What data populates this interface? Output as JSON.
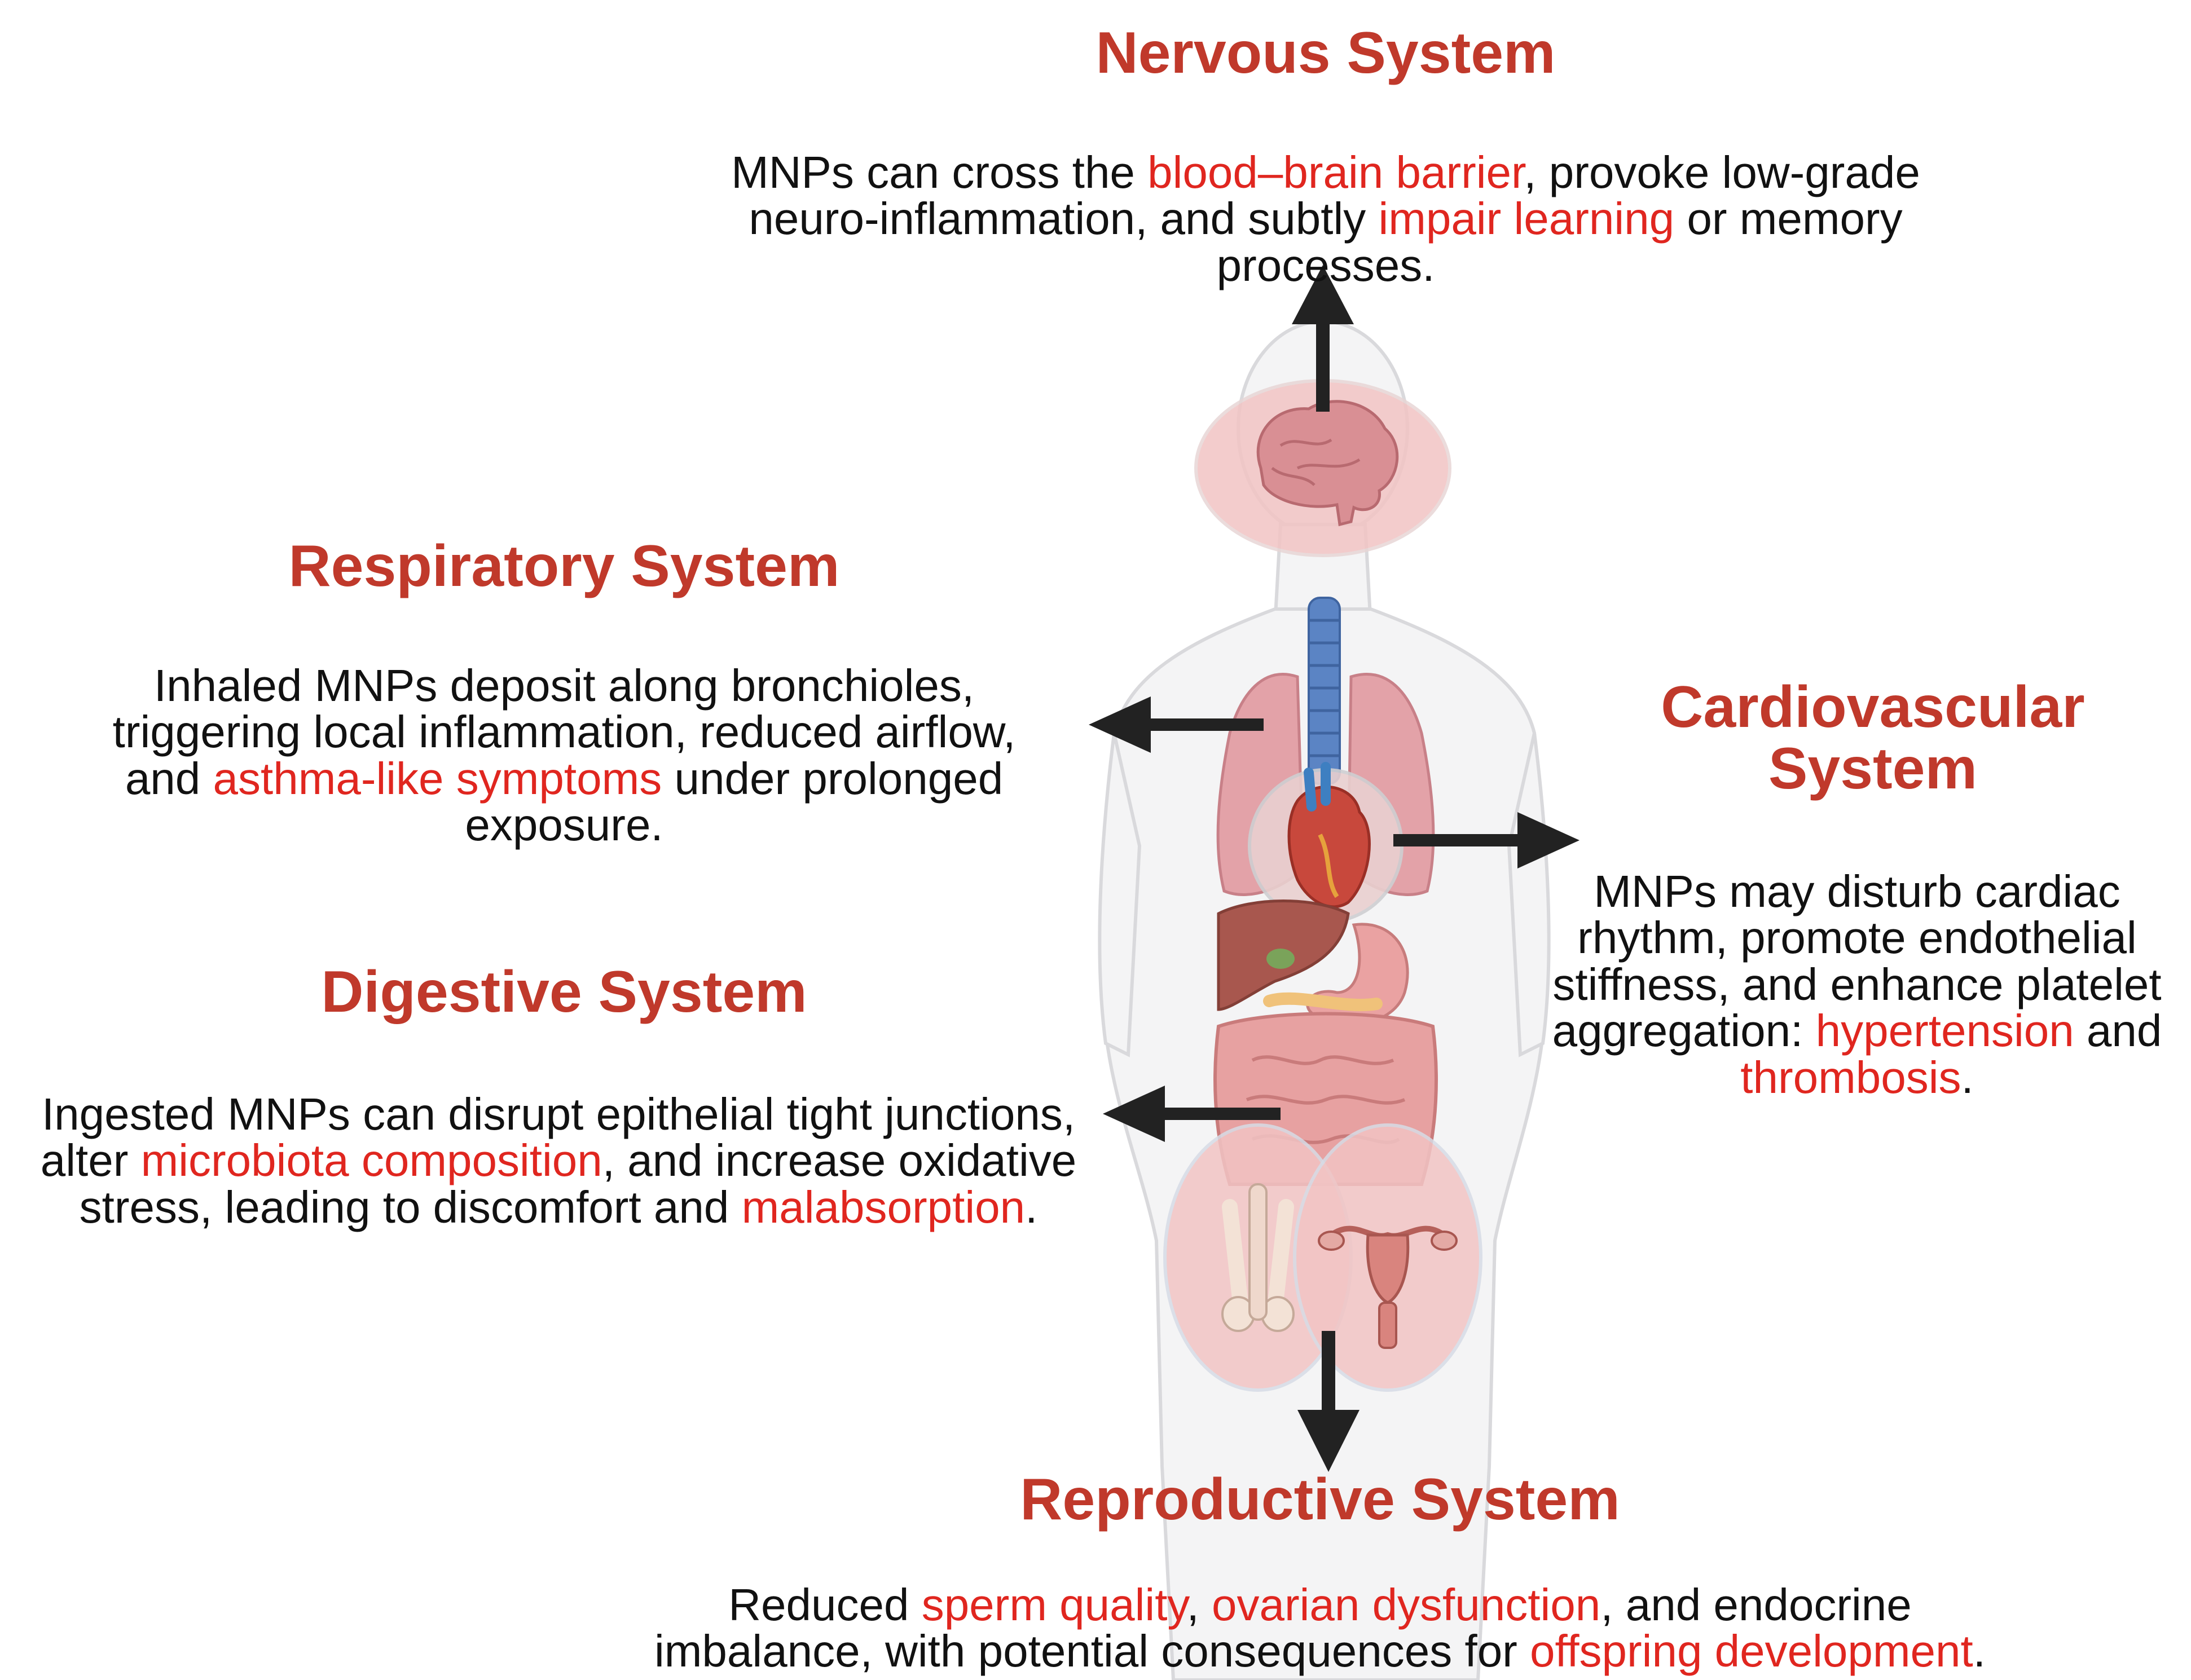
{
  "colors": {
    "title": "#c0392b",
    "highlight": "#e0261f",
    "text": "#111111",
    "arrow": "#222222",
    "organ_halo": "#f2c4c4"
  },
  "nervous": {
    "title": "Nervous System",
    "t1": "MNPs can cross the ",
    "h1": "blood–brain barrier",
    "t2": ", provoke low-grade",
    "t3": "neuro-inflammation, and subtly ",
    "h2": "impair learning",
    "t4": " or memory",
    "t5": "processes."
  },
  "respiratory": {
    "title": "Respiratory System",
    "l1": "Inhaled MNPs deposit along bronchioles,",
    "l2": "triggering local inflammation, reduced airflow,",
    "t1": "and ",
    "h1": "asthma-like symptoms",
    "t2": " under prolonged",
    "l4": "exposure."
  },
  "cardiovascular": {
    "title_l1": "Cardiovascular",
    "title_l2": "System",
    "l1": "MNPs may disturb cardiac",
    "l2": "rhythm, promote endothelial",
    "l3": "stiffness, and enhance platelet",
    "t1": "aggregation: ",
    "h1": "hypertension",
    "t2": " and",
    "h2": "thrombosis",
    "t3": "."
  },
  "digestive": {
    "title": "Digestive System",
    "l1": "Ingested MNPs can disrupt epithelial tight junctions,",
    "t1": "alter ",
    "h1": "microbiota composition",
    "t2": ", and increase oxidative",
    "t3": "stress, leading to discomfort and ",
    "h2": "malabsorption",
    "t4": "."
  },
  "reproductive": {
    "title": "Reproductive System",
    "t1": "Reduced ",
    "h1": "sperm quality",
    "t2": ", ",
    "h2": "ovarian dysfunction",
    "t3": ", and endocrine",
    "t4": "imbalance, with potential consequences for ",
    "h3": "offspring development",
    "t5": "."
  },
  "icons": [
    "brain-icon",
    "trachea-icon",
    "lungs-icon",
    "heart-icon",
    "liver-icon",
    "stomach-icon",
    "intestines-icon",
    "male-reproductive-icon",
    "female-reproductive-icon"
  ]
}
